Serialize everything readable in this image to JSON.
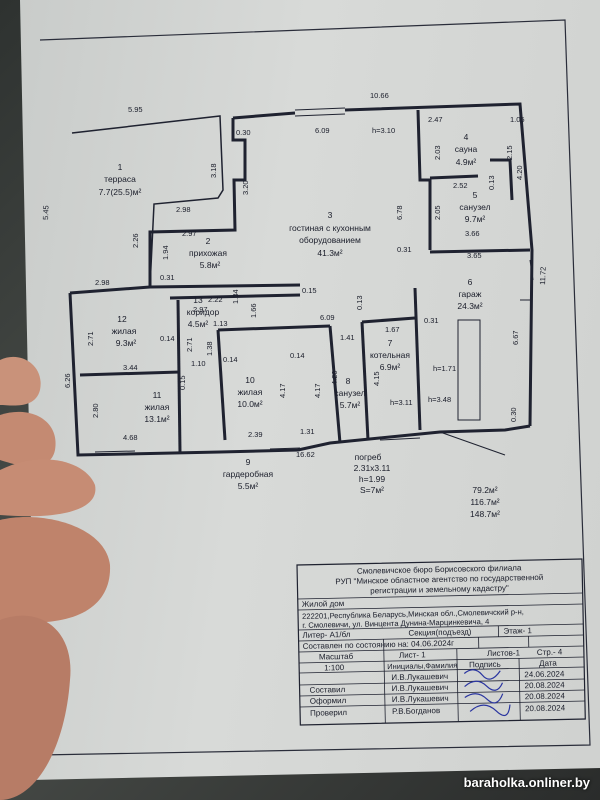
{
  "plan": {
    "dims": {
      "top_left": "5.95",
      "top_right": "10.66",
      "left_side": "5.45",
      "right_side": "11.72",
      "d_030": "0.30",
      "d_609a": "6.09",
      "h310": "h=3.10",
      "d_247": "2.47",
      "d_105": "1.05",
      "d_318": "3.18",
      "d_320": "3.20",
      "d_203": "2.03",
      "d_215": "2.15",
      "d_252": "2.52",
      "d_013": "0.13",
      "d_420": "4.20",
      "d_298a": "2.98",
      "d_297a": "2.97",
      "d_226": "2.26",
      "d_194": "1.94",
      "d_678": "6.78",
      "d_205": "2.05",
      "d_031a": "0.31",
      "d_366": "3.66",
      "d_365": "3.65",
      "d_298b": "2.98",
      "d_031b": "0.31",
      "d_015": "0.15",
      "d_222": "2.22",
      "d_297b": "2.97",
      "d_134": "1.34",
      "d_166": "1.66",
      "d_013b": "0.13",
      "d_609b": "6.09",
      "d_031c": "0.31",
      "d_271a": "2.71",
      "d_113": "1.13",
      "d_141": "1.41",
      "d_167": "1.67",
      "d_667": "6.67",
      "d_014a": "0.14",
      "d_271b": "2.71",
      "d_138": "1.38",
      "d_014b": "0.14",
      "d_014c": "0.14",
      "d_626": "6.26",
      "d_344": "3.44",
      "d_110": "1.10",
      "d_417a": "4.17",
      "d_417b": "4.17",
      "d_420b": "4.20",
      "d_415": "4.15",
      "h171": "h=1.71",
      "d_015b": "0.15",
      "d_280": "2.80",
      "h348": "h=3.48",
      "h311": "h=3.11",
      "d_030b": "0.30",
      "d_468": "4.68",
      "d_239": "2.39",
      "d_131": "1.31",
      "d_1662": "16.62"
    },
    "rooms": [
      {
        "num": "1",
        "name": "терраса",
        "area": "7.7(25.5)м²"
      },
      {
        "num": "2",
        "name": "прихожая",
        "area": "5.8м²"
      },
      {
        "num": "3",
        "name": "гостиная с кухонным",
        "name2": "оборудованием",
        "area": "41.3м²"
      },
      {
        "num": "4",
        "name": "сауна",
        "area": "4.9м²"
      },
      {
        "num": "5",
        "name": "санузел",
        "area": "9.7м²"
      },
      {
        "num": "6",
        "name": "гараж",
        "area": "24.3м²"
      },
      {
        "num": "7",
        "name": "котельная",
        "area": "6.9м²"
      },
      {
        "num": "8",
        "name": "санузел",
        "area": "5.7м²"
      },
      {
        "num": "9",
        "name": "гардеробная",
        "area": "5.5м²"
      },
      {
        "num": "10",
        "name": "жилая",
        "area": "10.0м²"
      },
      {
        "num": "11",
        "name": "жилая",
        "area": "13.1м²"
      },
      {
        "num": "12",
        "name": "жилая",
        "area": "9.3м²"
      },
      {
        "num": "13",
        "name": "коридор",
        "area": "4.5м²"
      }
    ],
    "cellar": {
      "title": "погреб",
      "size": "2.31x3.11",
      "height": "h=1.99",
      "area": "S=7м²"
    },
    "totals": [
      "79.2м²",
      "116.7м²",
      "148.7м²"
    ]
  },
  "stamp": {
    "org_line1": "Смолевичское бюро Борисовского филиала",
    "org_line2": "РУП \"Минское областное агентство по государственной",
    "org_line3": "регистрации и земельному кадастру\"",
    "object": "Жилой дом",
    "address_line1": "222201,Республика Беларусь,Минская обл.,Смолевичский р-н,",
    "address_line2": "г. Смолевичи, ул. Винцента Дунина-Марцинкевича, 4",
    "liter": "Литер- А1/бл",
    "section": "Секция(подъезд)",
    "floor": "Этаж- 1",
    "state_date": "Составлен по состоянию на: 04.06.2024г",
    "scale_label": "Масштаб",
    "sheet_label": "Лист- 1",
    "sheets_label": "Листов-1",
    "page_label": "Стр.- 4",
    "scale_value": "1:100",
    "col_initials": "Инициалы,Фамилия",
    "col_sign": "Подпись",
    "col_date": "Дата",
    "rows": [
      {
        "role": "",
        "name": "И.В.Лукашевич",
        "date": "24.06.2024"
      },
      {
        "role": "Составил",
        "name": "И.В.Лукашевич",
        "date": "20.08.2024"
      },
      {
        "role": "Оформил",
        "name": "И.В.Лукашевич",
        "date": "20.08.2024"
      },
      {
        "role": "Проверил",
        "name": "Р.В.Богданов",
        "date": "20.08.2024"
      }
    ]
  },
  "watermark": "baraholka.onliner.by"
}
